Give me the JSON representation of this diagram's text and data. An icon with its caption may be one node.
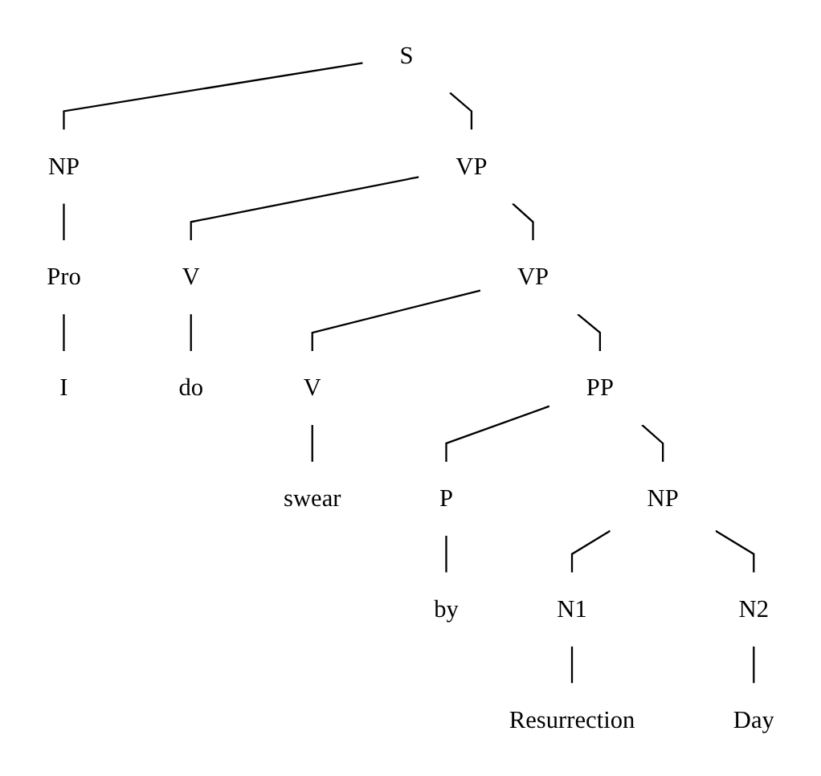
{
  "diagram": {
    "nodes": [
      {
        "text": [
          "S"
        ]
      },
      {
        "text": [
          "NP"
        ]
      },
      {
        "text": [
          "VP"
        ]
      },
      {
        "text": [
          "Pro"
        ]
      },
      {
        "text": [
          "V"
        ]
      },
      {
        "text": [
          "VP"
        ]
      },
      {
        "text": [
          "V"
        ]
      },
      {
        "text": [
          "PP"
        ]
      },
      {
        "text": [
          "P"
        ]
      },
      {
        "text": [
          "NP"
        ]
      },
      {
        "text": [
          "N1"
        ]
      },
      {
        "text": [
          "N2"
        ]
      },
      {
        "text": [
          "I"
        ]
      },
      {
        "text": [
          "do"
        ]
      },
      {
        "text": [
          "swear"
        ]
      },
      {
        "text": [
          "by"
        ]
      },
      {
        "text": [
          "Resurrection"
        ]
      },
      {
        "text": [
          "Day"
        ]
      }
    ],
    "edges": [
      {
        "from": 0,
        "to": 1,
        "arrow": "none"
      },
      {
        "from": 0,
        "to": 2,
        "arrow": "none"
      },
      {
        "from": 1,
        "to": 3,
        "arrow": "none"
      },
      {
        "from": 2,
        "to": 4,
        "arrow": "none"
      },
      {
        "from": 2,
        "to": 5,
        "arrow": "none"
      },
      {
        "from": 3,
        "to": 12,
        "arrow": "none"
      },
      {
        "from": 4,
        "to": 13,
        "arrow": "none"
      },
      {
        "from": 5,
        "to": 6,
        "arrow": "none"
      },
      {
        "from": 5,
        "to": 7,
        "arrow": "none"
      },
      {
        "from": 6,
        "to": 14,
        "arrow": "none"
      },
      {
        "from": 7,
        "to": 8,
        "arrow": "none"
      },
      {
        "from": 7,
        "to": 9,
        "arrow": "none"
      },
      {
        "from": 8,
        "to": 15,
        "arrow": "none"
      },
      {
        "from": 9,
        "to": 10,
        "arrow": "none"
      },
      {
        "from": 9,
        "to": 11,
        "arrow": "none"
      },
      {
        "from": 10,
        "to": 16,
        "arrow": "none"
      },
      {
        "from": 11,
        "to": 17,
        "arrow": "none"
      }
    ]
  }
}
